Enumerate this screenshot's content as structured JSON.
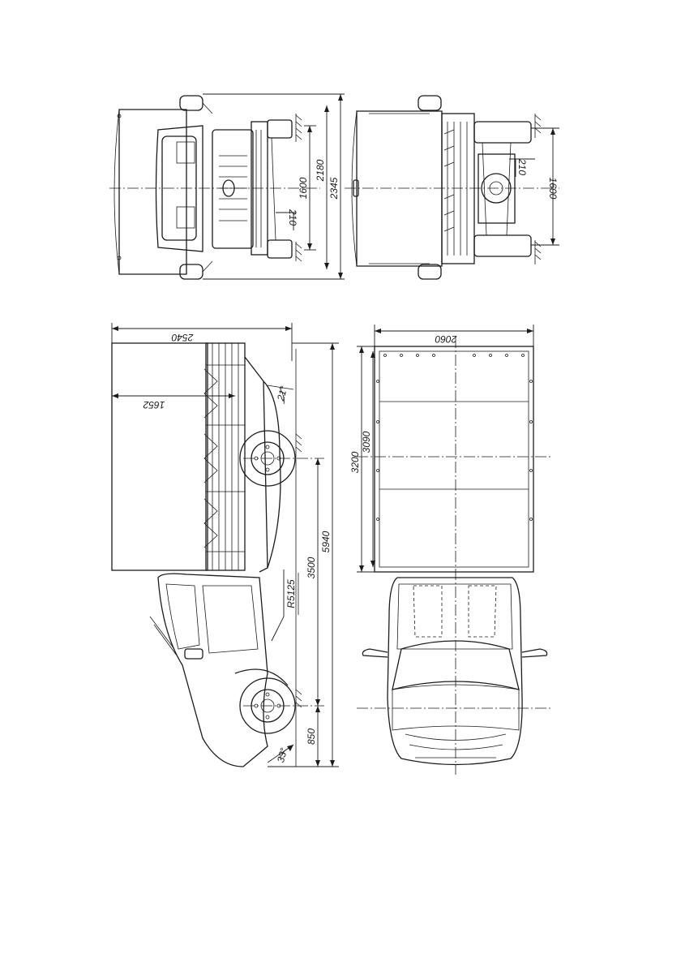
{
  "drawing": {
    "top_view_front": {
      "dim_overall_height": "2345",
      "dim_cab_height": "2180",
      "dim_track": "1600",
      "dim_clearance": "210"
    },
    "top_view_rear": {
      "dim_track": "1600",
      "dim_clearance": "210"
    },
    "side_view": {
      "dim_body_height": "2540",
      "dim_load_height": "1652",
      "angle_departure": "21°",
      "dim_overall_length": "5940",
      "dim_wheelbase": "3500",
      "dim_radius": "R5125",
      "dim_front_overhang": "850",
      "angle_approach": "33°"
    },
    "plan_view": {
      "dim_body_width": "2060",
      "dim_platform_outer": "3200",
      "dim_platform_inner": "3090"
    }
  }
}
